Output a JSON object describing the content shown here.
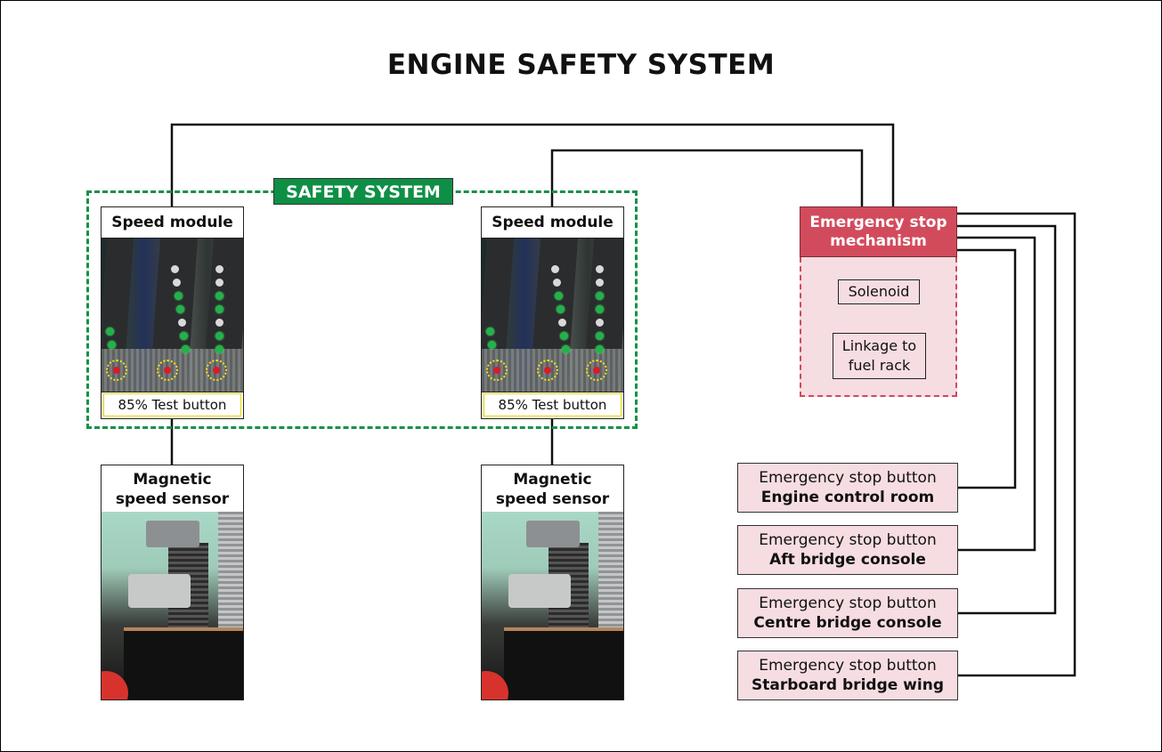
{
  "title": "ENGINE SAFETY SYSTEM",
  "safety_system": {
    "label": "SAFETY SYSTEM",
    "color": "#0f8f45",
    "speed_modules": [
      {
        "head": "Speed module",
        "footer": "85% Test button"
      },
      {
        "head": "Speed module",
        "footer": "85% Test button"
      }
    ]
  },
  "sensors": [
    {
      "head_line1": "Magnetic",
      "head_line2": "speed sensor"
    },
    {
      "head_line1": "Magnetic",
      "head_line2": "speed sensor"
    }
  ],
  "emergency_stop": {
    "head_line1": "Emergency stop",
    "head_line2": "mechanism",
    "color": "#d24b5c",
    "solenoid": "Solenoid",
    "linkage_line1": "Linkage to",
    "linkage_line2": "fuel rack"
  },
  "emergency_buttons": [
    {
      "label": "Emergency stop button",
      "location": "Engine control room"
    },
    {
      "label": "Emergency stop button",
      "location": "Aft bridge console"
    },
    {
      "label": "Emergency stop button",
      "location": "Centre bridge console"
    },
    {
      "label": "Emergency stop button",
      "location": "Starboard bridge wing"
    }
  ]
}
